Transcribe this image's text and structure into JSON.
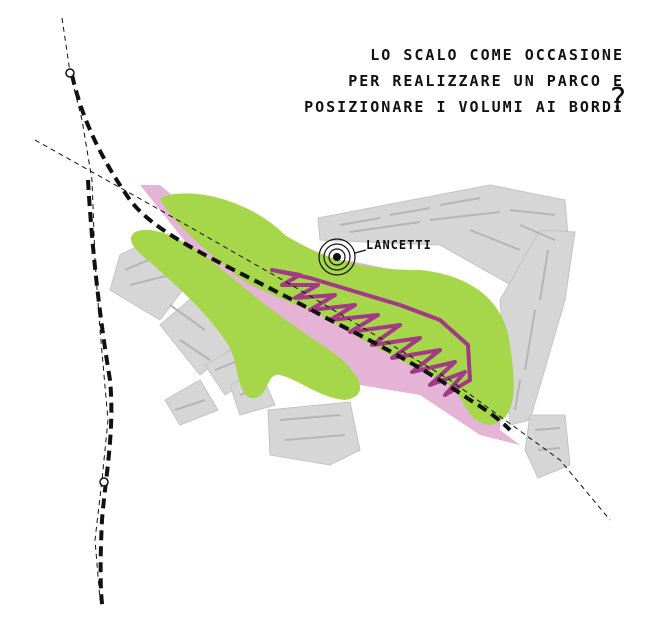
{
  "diagram": {
    "title_lines": [
      "Lo scalo come occasione",
      "per realizzare un parco e",
      "posizionare i volumi ai bordi"
    ],
    "question_mark": "?",
    "place_label": "Lancetti",
    "colors": {
      "park": "#a6d64a",
      "rail_yard": "#e5b3d6",
      "volumes": "#a33a86",
      "buildings": "#d6d6d6",
      "building_pattern": "#b5b5b5",
      "lines": "#111111"
    }
  }
}
